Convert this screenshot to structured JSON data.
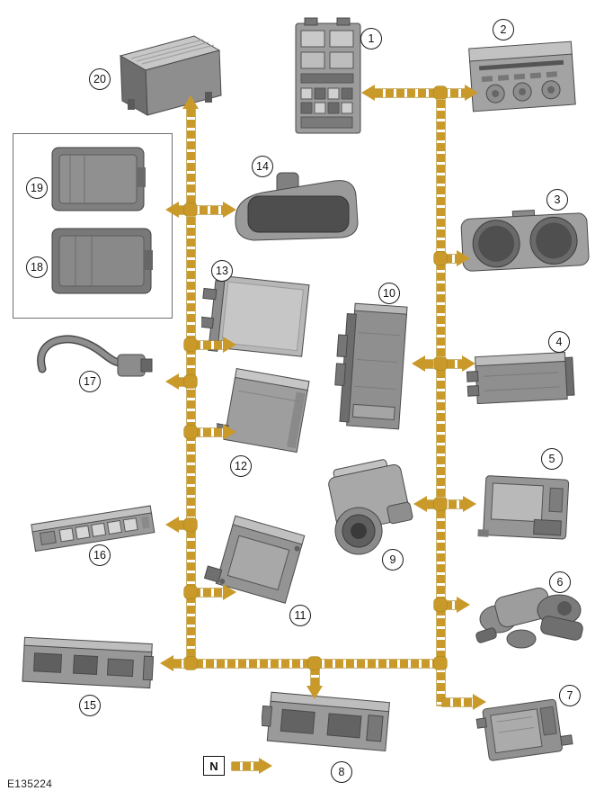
{
  "diagram": {
    "figure_code": "E135224",
    "note_label": "N",
    "colors": {
      "bus": "#C9992A",
      "background": "#FFFFFF",
      "module_gray": "#9A9A9A"
    },
    "callouts": [
      {
        "number": "1",
        "component": "engine-junction-fuse-box"
      },
      {
        "number": "2",
        "component": "audio-head-unit"
      },
      {
        "number": "3",
        "component": "instrument-cluster"
      },
      {
        "number": "4",
        "component": "media-interface-module"
      },
      {
        "number": "5",
        "component": "control-module"
      },
      {
        "number": "6",
        "component": "steering-column-lock-assembly"
      },
      {
        "number": "7",
        "component": "control-module"
      },
      {
        "number": "8",
        "component": "control-module"
      },
      {
        "number": "9",
        "component": "camera-module"
      },
      {
        "number": "10",
        "component": "gateway-module"
      },
      {
        "number": "11",
        "component": "control-module"
      },
      {
        "number": "12",
        "component": "control-module"
      },
      {
        "number": "13",
        "component": "control-module"
      },
      {
        "number": "14",
        "component": "interior-rear-view-mirror"
      },
      {
        "number": "15",
        "component": "control-module"
      },
      {
        "number": "16",
        "component": "switch-pack"
      },
      {
        "number": "17",
        "component": "antenna-lead"
      },
      {
        "number": "18",
        "component": "audio-module"
      },
      {
        "number": "19",
        "component": "audio-module"
      },
      {
        "number": "20",
        "component": "audio-amplifier"
      }
    ]
  }
}
